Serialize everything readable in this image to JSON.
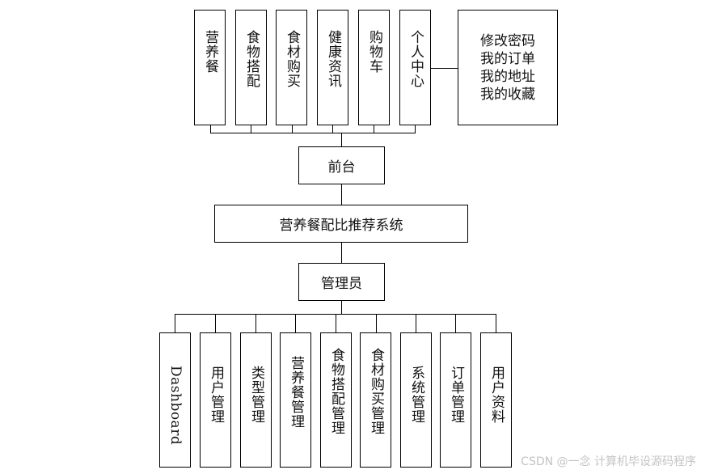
{
  "top_items": [
    "营养餐",
    "食物搭配",
    "食材购买",
    "健康资讯",
    "购物车",
    "个人中心"
  ],
  "personal_center_sub": [
    "修改密码",
    "我的订单",
    "我的地址",
    "我的收藏"
  ],
  "front_label": "前台",
  "system_label": "营养餐配比推荐系统",
  "admin_label": "管理员",
  "admin_items": [
    "Dashboard",
    "用户管理",
    "类型管理",
    "营养餐管理",
    "食物搭配管理",
    "食材购买管理",
    "系统管理",
    "订单管理",
    "用户资料"
  ],
  "watermark": "CSDN @一念 计算机毕设源码程序"
}
